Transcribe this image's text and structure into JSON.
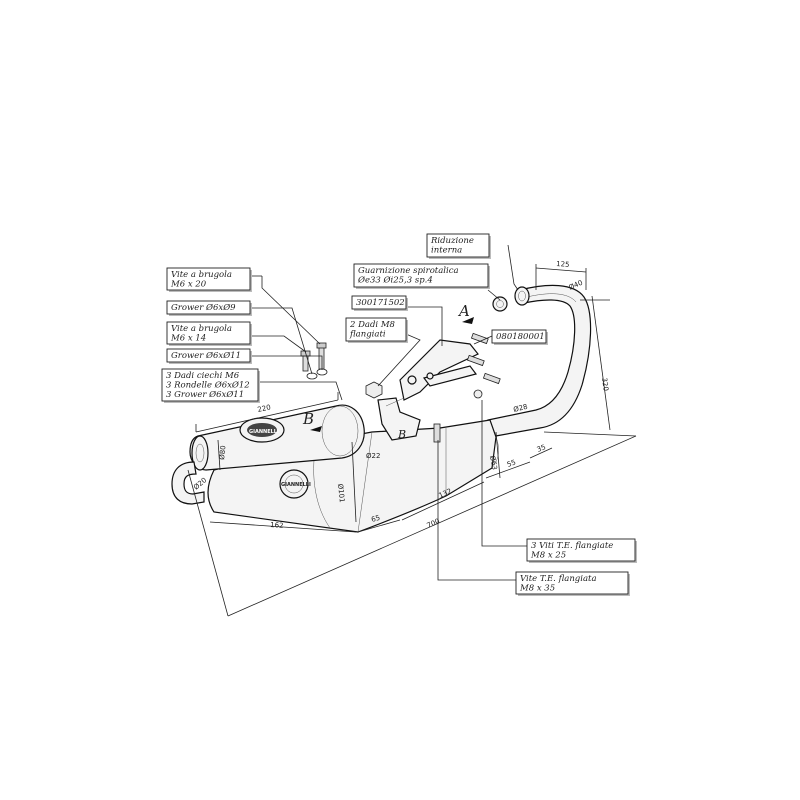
{
  "labels": {
    "vite_brugola_20": [
      "Vite a brugola",
      "M6  x  20"
    ],
    "grower_9": [
      "Grower  Ø6xØ9"
    ],
    "vite_brugola_14": [
      "Vite a brugola",
      "M6  x  14"
    ],
    "grower_11": [
      "Grower  Ø6xØ11"
    ],
    "dadi_ciechi": [
      "3  Dadi  ciechi  M6",
      "3  Rondelle  Ø6xØ12",
      "3  Grower  Ø6xØ11"
    ],
    "riduzione": [
      "Riduzione",
      "interna"
    ],
    "guarnizione": [
      "Guarnizione  spirotalica",
      "Øe33  Øi25,3  sp.4"
    ],
    "code_1": [
      "300171502"
    ],
    "dadi_m8": [
      "2  Dadi  M8",
      "flangiati"
    ],
    "code_2": [
      "080180001"
    ],
    "viti_te": [
      "3  Viti  T.E.  flangiate",
      "M8  x  25"
    ],
    "vite_te": [
      "Vite  T.E.  flangiata",
      "M8  x  35"
    ]
  },
  "markers": {
    "a": "A",
    "b": "B"
  },
  "dimensions": {
    "d125": "125",
    "d320": "320",
    "d220": "220",
    "d700": "700",
    "d162": "162",
    "d65": "65",
    "d132": "132",
    "d55": "55",
    "d35": "35",
    "phi80": "Ø80",
    "phi101": "Ø101",
    "phi22": "Ø22",
    "phi20": "Ø20",
    "phi28": "Ø28",
    "phi40": "Ø40",
    "phi63": "Ø63"
  },
  "logo_text": "GIANNELLI"
}
